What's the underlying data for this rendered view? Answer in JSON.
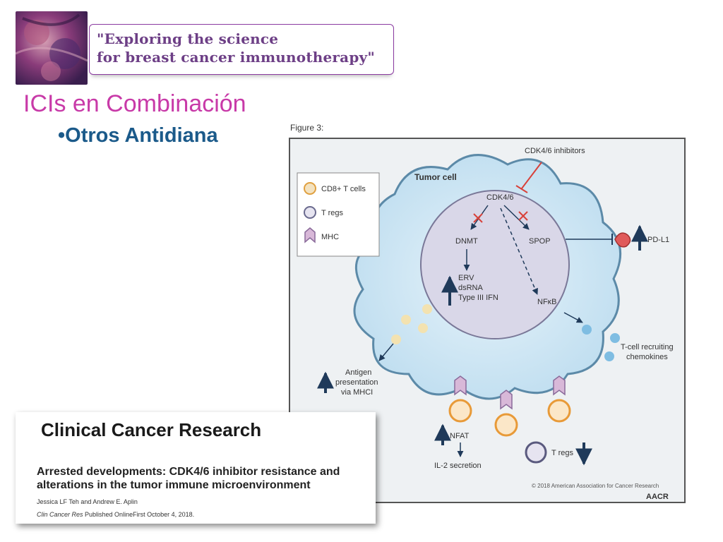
{
  "header": {
    "line1": "\"Exploring the science",
    "line2": "for breast cancer immunotherapy\""
  },
  "slide": {
    "title": "ICIs en Combinación",
    "bullet": "•Otros Antidiana"
  },
  "figure": {
    "label": "Figure 3:",
    "inhibitor": "CDK4/6 inhibitors",
    "tumor_cell": "Tumor cell",
    "cdk": "CDK4/6",
    "dnmt": "DNMT",
    "spop": "SPOP",
    "erv": [
      "ERV",
      "dsRNA",
      "Type III IFN"
    ],
    "nfkb": "NFκB",
    "pdl1": "PD-L1",
    "chemokines": [
      "T-cell recruiting",
      "chemokines"
    ],
    "antigen": [
      "Antigen",
      "presentation",
      "via MHCI"
    ],
    "nfat": "NFAT",
    "il2": "IL-2 secretion",
    "tregs": "T regs",
    "legend": [
      {
        "label": "CD8+ T cells"
      },
      {
        "label": "T regs"
      },
      {
        "label": "MHC"
      }
    ],
    "copyright": "© 2018 American Association for Cancer Research",
    "brand": "AACR"
  },
  "citation": {
    "journal": "Clinical Cancer Research",
    "title_line1": "Arrested developments: CDK4/6 inhibitor resistance and",
    "title_line2": "alterations in the tumor immune microenvironment",
    "authors": "Jessica LF Teh and Andrew E. Aplin",
    "journal_abbrev": "Clin Cancer Res",
    "published": " Published OnlineFirst October 4, 2018."
  },
  "colors": {
    "title": "#c83aa8",
    "bullet": "#1b5a8a",
    "header_text": "#6d3f86",
    "cell_fill": "#cfe6f3",
    "nucleus_fill": "#d9d7e8",
    "inhibitor_red": "#d8413a",
    "arrow_navy": "#1f3a5a"
  }
}
